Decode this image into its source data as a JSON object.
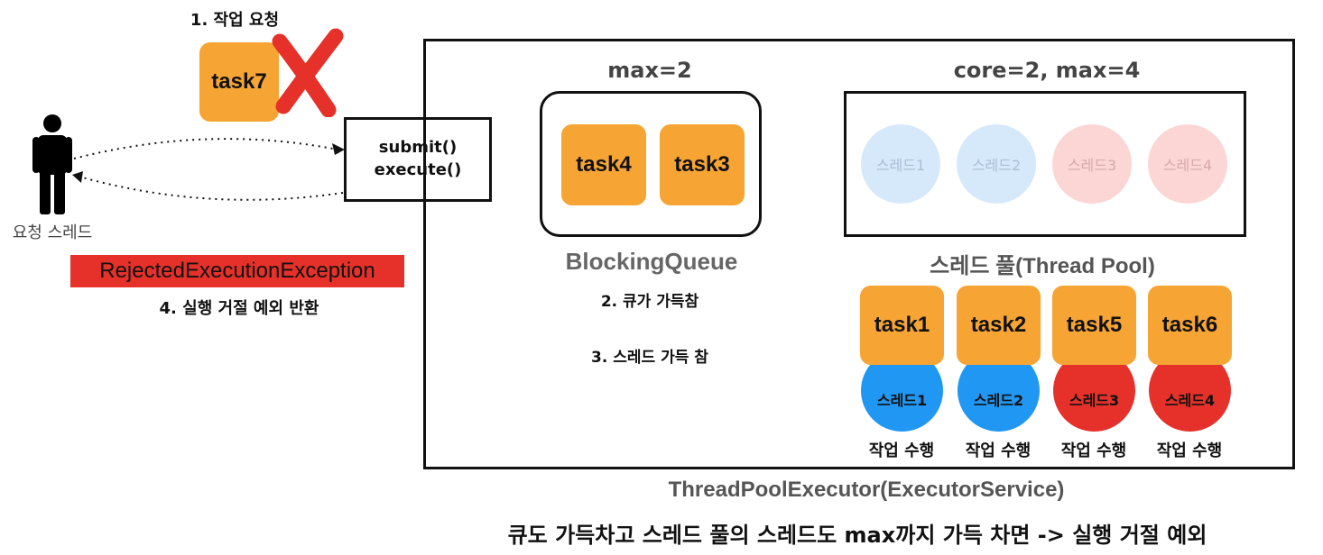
{
  "request": {
    "step1_label": "1. 작업 요청",
    "task_label": "task7",
    "thread_label": "요청 스레드",
    "exception_label": "RejectedExecutionException",
    "step4_label": "4. 실행 거절 예외 반환"
  },
  "api": {
    "submit_label": "submit()",
    "execute_label": "execute()"
  },
  "queue": {
    "max_label": "max=2",
    "tasks": [
      "task4",
      "task3"
    ],
    "title": "BlockingQueue",
    "step2_label": "2. 큐가 가득참",
    "step3_label": "3. 스레드 가득 참"
  },
  "pool": {
    "size_label": "core=2, max=4",
    "idle_threads": [
      "스레드1",
      "스레드2",
      "스레드3",
      "스레드4"
    ],
    "title": "스레드 풀(Thread Pool)",
    "workers": [
      {
        "task": "task1",
        "thread": "스레드1",
        "status": "작업 수행",
        "color": "#1f97f3"
      },
      {
        "task": "task2",
        "thread": "스레드2",
        "status": "작업 수행",
        "color": "#1f97f3"
      },
      {
        "task": "task5",
        "thread": "스레드3",
        "status": "작업 수행",
        "color": "#e5312a"
      },
      {
        "task": "task6",
        "thread": "스레드4",
        "status": "작업 수행",
        "color": "#e5312a"
      }
    ]
  },
  "executor": {
    "title": "ThreadPoolExecutor(ExecutorService)",
    "summary": "큐도 가득차고 스레드 풀의 스레드도 max까지 가득 차면 -> 실행 거절 예외"
  },
  "colors": {
    "task": "#f6a433",
    "core_thread": "#1f97f3",
    "extra_thread": "#e5312a",
    "core_idle": "#d6e9fb",
    "extra_idle": "#fbd6d5",
    "exception_bg": "#e5312a",
    "reject_mark": "#e5312a"
  }
}
